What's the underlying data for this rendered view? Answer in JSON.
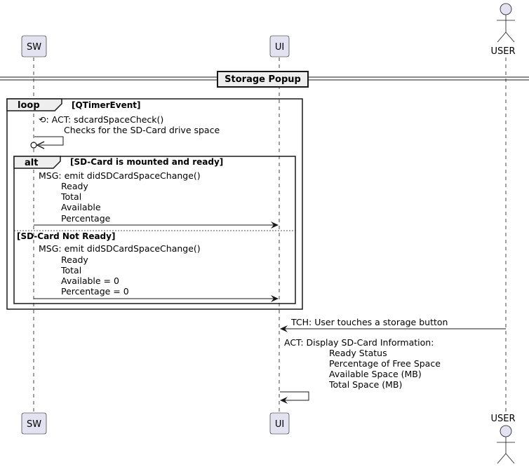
{
  "participants": {
    "sw": "SW",
    "ui": "UI",
    "user": "USER"
  },
  "divider": "Storage Popup",
  "loop": {
    "keyword": "loop",
    "condition": "[QTimerEvent]"
  },
  "self_call": {
    "lines": [
      "⟲: ACT: sdcardSpaceCheck()",
      "Checks for the SD-Card drive space"
    ]
  },
  "alt": {
    "keyword": "alt",
    "condition": "[SD-Card is mounted and ready]",
    "else_condition": "[SD-Card Not Ready]"
  },
  "msg_ready": {
    "lines": [
      "MSG: emit didSDCardSpaceChange()",
      "Ready",
      "Total",
      "Available",
      "Percentage"
    ]
  },
  "msg_not_ready": {
    "lines": [
      "MSG: emit didSDCardSpaceChange()",
      "Ready",
      "Total",
      "Available = 0",
      "Percentage = 0"
    ]
  },
  "touch": {
    "label": "TCH: User touches a storage button"
  },
  "display": {
    "lines": [
      "ACT: Display SD-Card Information:",
      "Ready Status",
      "Percentage of Free Space",
      "Available Space (MB)",
      "Total Space (MB)"
    ]
  },
  "colors": {
    "participant_fill": "#E2E2F0",
    "participant_border": "#181818",
    "group_header_fill": "#EEEEEE",
    "lifeline": "#181818"
  }
}
